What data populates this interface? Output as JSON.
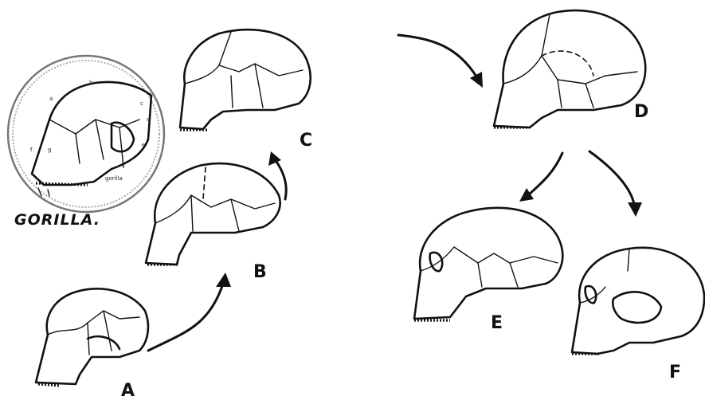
{
  "labels": {
    "a": "A",
    "b": "B",
    "c": "C",
    "d": "D",
    "e": "E",
    "f": "F",
    "gorilla": "GORILLA.",
    "gorilla_inner": "gorilla"
  },
  "inset_letters": [
    "a",
    "b",
    "c",
    "d",
    "e",
    "f",
    "g"
  ]
}
